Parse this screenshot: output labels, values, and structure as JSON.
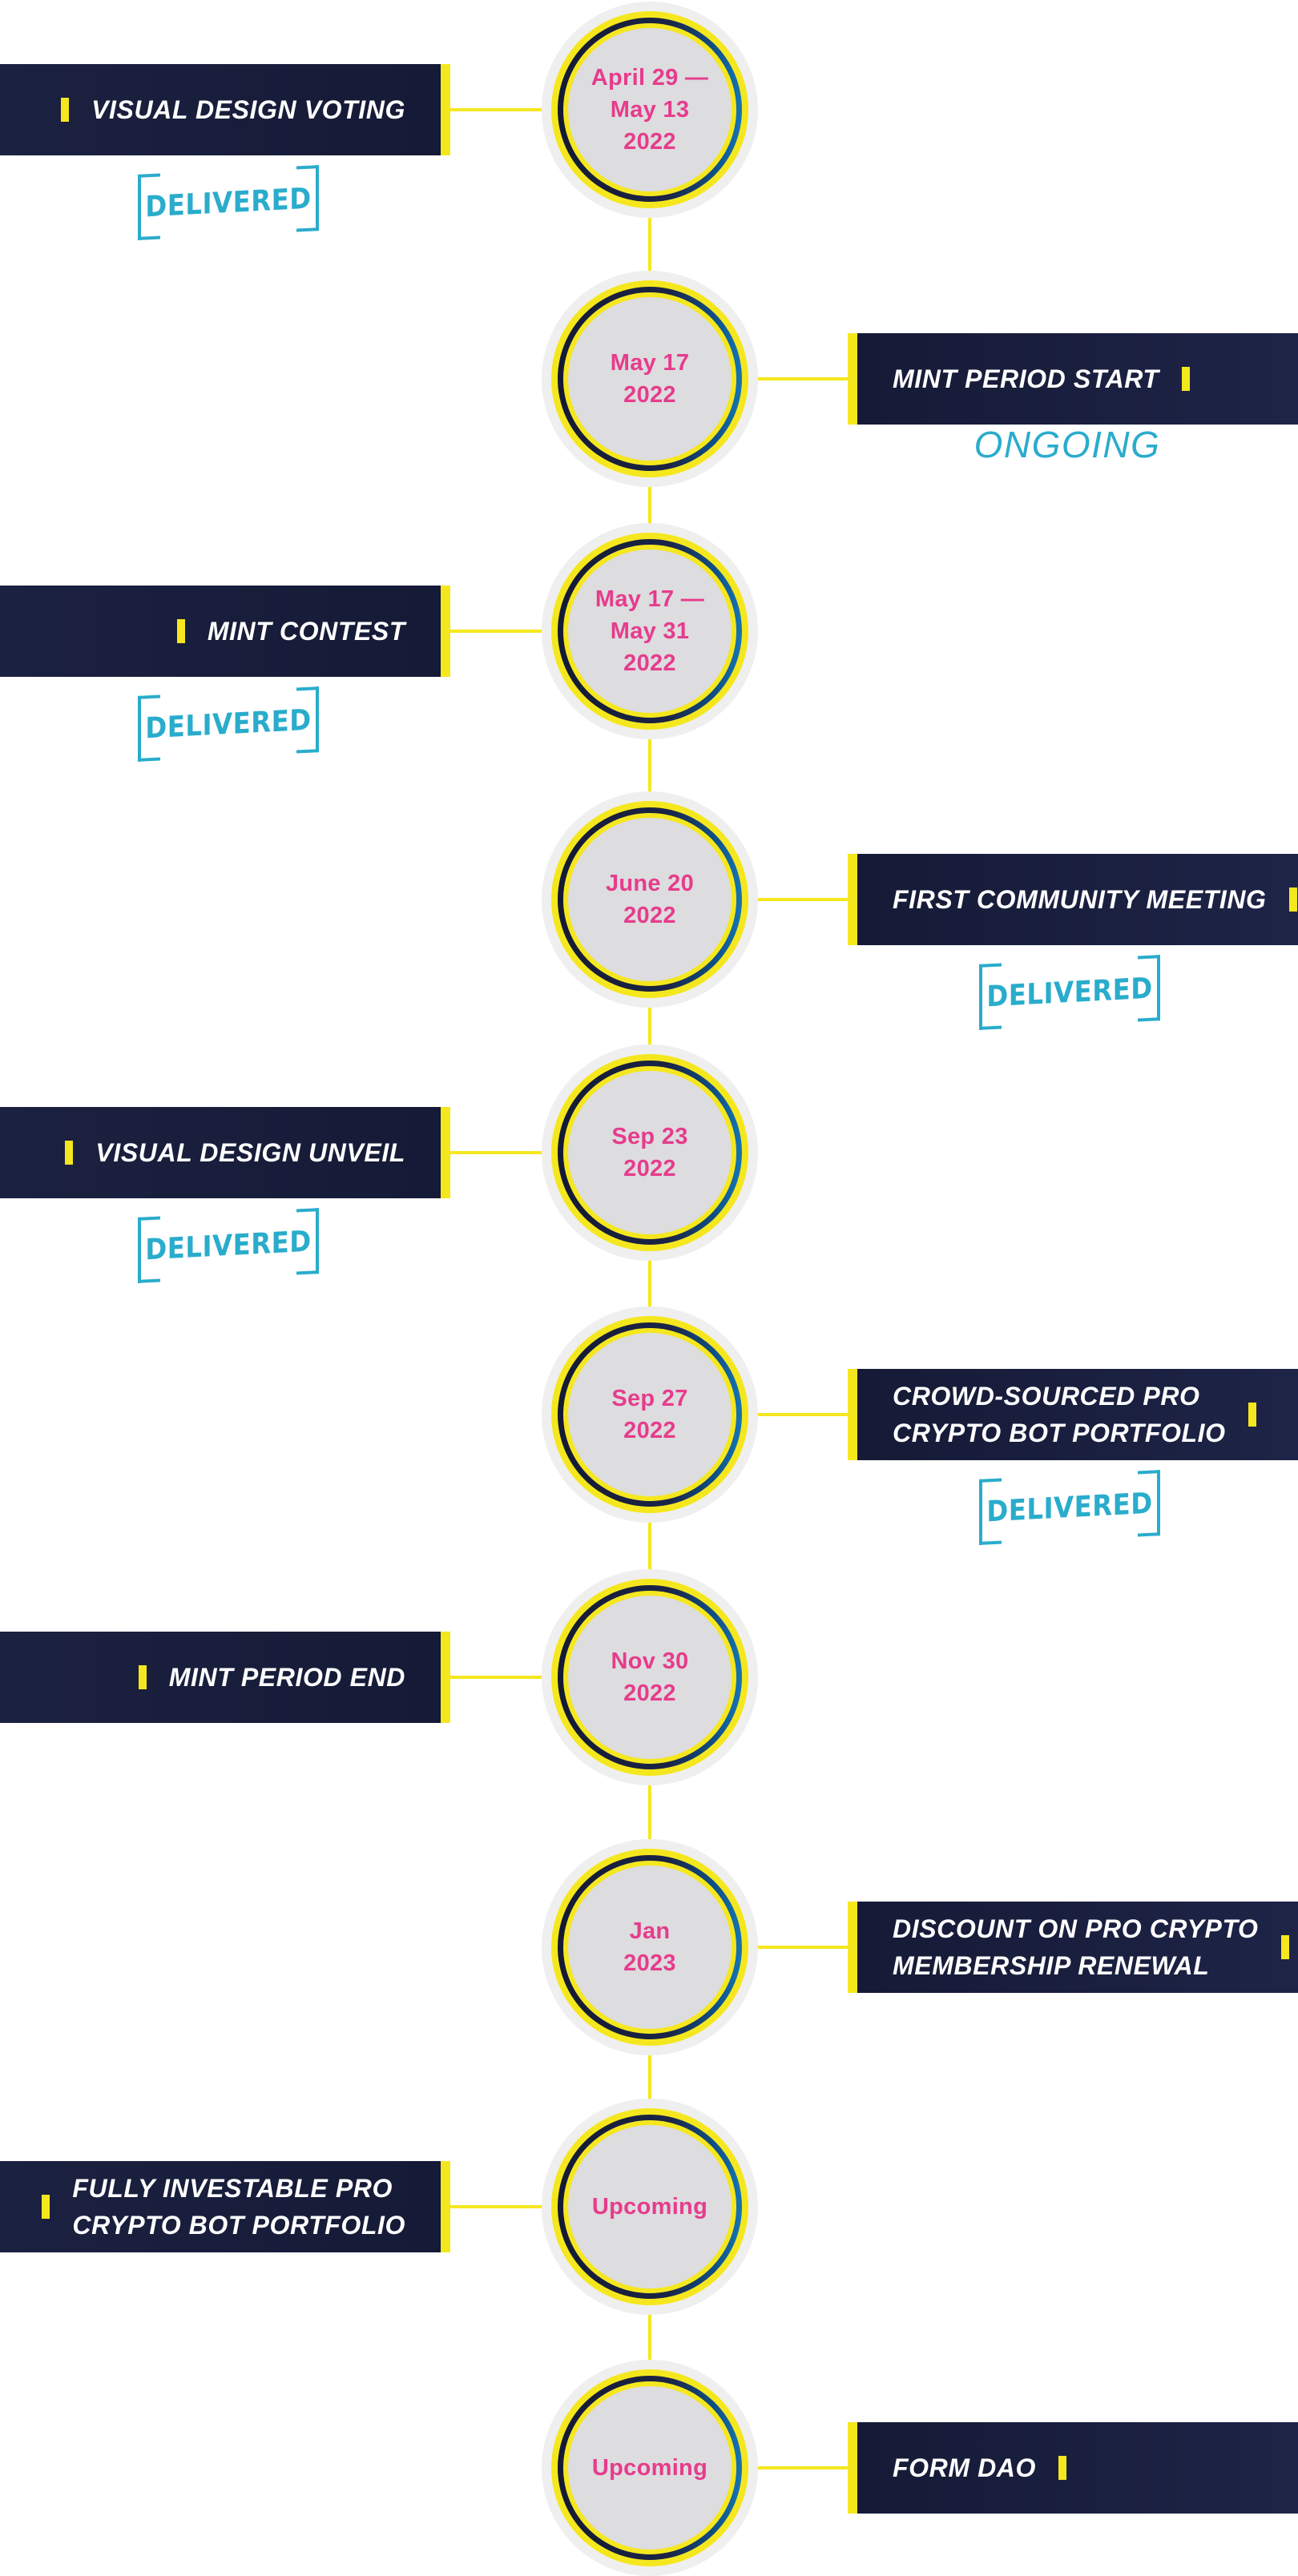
{
  "colors": {
    "accent_yellow": "#f5e71e",
    "banner_navy": "#151a36",
    "date_pink": "#e63c8c",
    "status_cyan": "#2aaccc",
    "circle_face": "#dddcdf"
  },
  "events": [
    {
      "date": "April 29 —\nMay 13\n2022",
      "title": "VISUAL DESIGN VOTING",
      "side": "left",
      "status": "DELIVERED"
    },
    {
      "date": "May 17\n2022",
      "title": "MINT PERIOD START",
      "side": "right",
      "status": "ONGOING"
    },
    {
      "date": "May 17 —\nMay 31\n2022",
      "title": "MINT CONTEST",
      "side": "left",
      "status": "DELIVERED"
    },
    {
      "date": "June 20\n2022",
      "title": "FIRST COMMUNITY MEETING",
      "side": "right",
      "status": "DELIVERED"
    },
    {
      "date": "Sep 23\n2022",
      "title": "VISUAL DESIGN UNVEIL",
      "side": "left",
      "status": "DELIVERED"
    },
    {
      "date": "Sep 27\n2022",
      "title": "CROWD-SOURCED PRO\nCRYPTO BOT PORTFOLIO",
      "side": "right",
      "status": "DELIVERED"
    },
    {
      "date": "Nov 30\n2022",
      "title": "MINT PERIOD END",
      "side": "left",
      "status": ""
    },
    {
      "date": "Jan\n2023",
      "title": "DISCOUNT ON PRO CRYPTO\nMEMBERSHIP RENEWAL",
      "side": "right",
      "status": ""
    },
    {
      "date": "Upcoming",
      "title": "FULLY INVESTABLE PRO\nCRYPTO BOT PORTFOLIO",
      "side": "left",
      "status": ""
    },
    {
      "date": "Upcoming",
      "title": "FORM DAO",
      "side": "right",
      "status": ""
    }
  ]
}
